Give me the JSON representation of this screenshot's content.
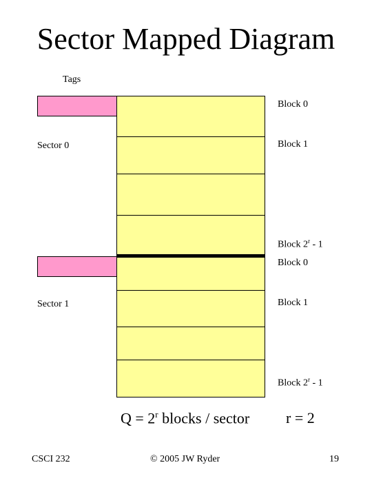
{
  "title": "Sector Mapped Diagram",
  "tags_label": "Tags",
  "sectors": [
    {
      "label": "Sector  0",
      "block_labels": {
        "first": "Block 0",
        "second": "Block 1",
        "last_base": "Block 2",
        "last_exp": "r",
        "last_suffix": " - 1"
      }
    },
    {
      "label": "Sector  1",
      "block_labels": {
        "first": "Block 0",
        "second": "Block 1",
        "last_base": "Block 2",
        "last_exp": "r",
        "last_suffix": " - 1"
      }
    }
  ],
  "formula": {
    "q_prefix": "Q = 2",
    "q_exp": "r",
    "q_suffix": " blocks / sector",
    "r_value": "r = 2"
  },
  "footer": {
    "course": "CSCI 232",
    "copyright": "© 2005 JW Ryder",
    "page": "19"
  },
  "colors": {
    "tag": "#ff99cc",
    "block": "#ffff99"
  }
}
